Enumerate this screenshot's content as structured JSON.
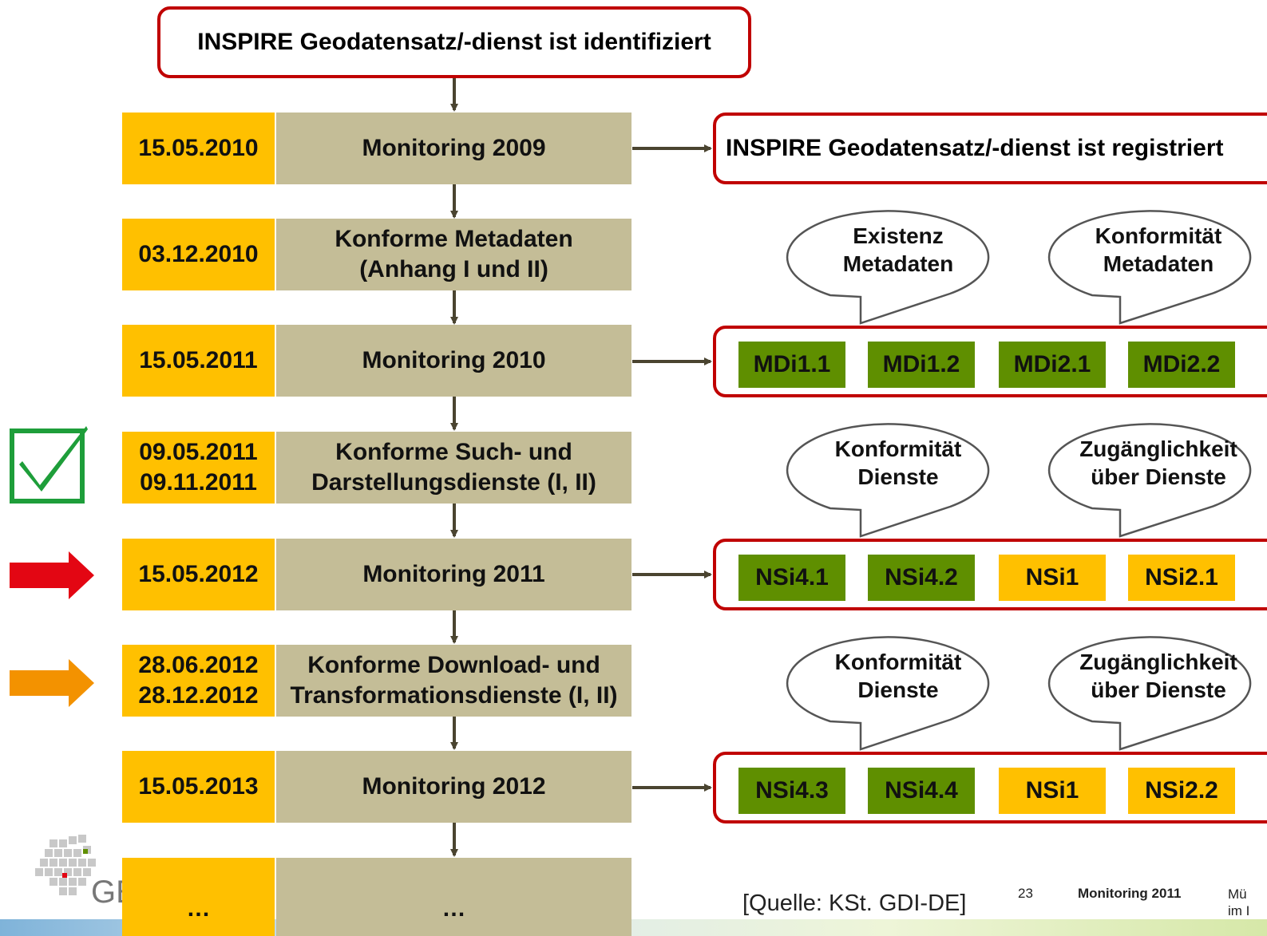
{
  "top_box": "INSPIRE Geodatensatz/-dienst ist identifiziert",
  "registered_box": "INSPIRE Geodatensatz/-dienst ist registriert",
  "rows": [
    {
      "date1": "15.05.2010",
      "date2": "",
      "step1": "Monitoring 2009",
      "step2": ""
    },
    {
      "date1": "03.12.2010",
      "date2": "",
      "step1": "Konforme Metadaten",
      "step2": "(Anhang I und II)"
    },
    {
      "date1": "15.05.2011",
      "date2": "",
      "step1": "Monitoring 2010",
      "step2": ""
    },
    {
      "date1": "09.05.2011",
      "date2": "09.11.2011",
      "step1": "Konforme Such- und",
      "step2": "Darstellungsdienste (I, II)"
    },
    {
      "date1": "15.05.2012",
      "date2": "",
      "step1": "Monitoring 2011",
      "step2": ""
    },
    {
      "date1": "28.06.2012",
      "date2": "28.12.2012",
      "step1": "Konforme Download- und",
      "step2": "Transformationsdienste (I, II)"
    },
    {
      "date1": "15.05.2013",
      "date2": "",
      "step1": "Monitoring 2012",
      "step2": ""
    },
    {
      "date1": "…",
      "date2": "",
      "step1": "…",
      "step2": ""
    }
  ],
  "indicator_groups": [
    {
      "items": [
        {
          "label": "MDi1.1",
          "color": "#5F8F00"
        },
        {
          "label": "MDi1.2",
          "color": "#5F8F00"
        },
        {
          "label": "MDi2.1",
          "color": "#5F8F00"
        },
        {
          "label": "MDi2.2",
          "color": "#5F8F00"
        }
      ]
    },
    {
      "items": [
        {
          "label": "NSi4.1",
          "color": "#5F8F00"
        },
        {
          "label": "NSi4.2",
          "color": "#5F8F00"
        },
        {
          "label": "NSi1",
          "color": "#FFC000"
        },
        {
          "label": "NSi2.1",
          "color": "#FFC000"
        }
      ]
    },
    {
      "items": [
        {
          "label": "NSi4.3",
          "color": "#5F8F00"
        },
        {
          "label": "NSi4.4",
          "color": "#5F8F00"
        },
        {
          "label": "NSi1",
          "color": "#FFC000"
        },
        {
          "label": "NSi2.2",
          "color": "#FFC000"
        }
      ]
    }
  ],
  "bubbles": [
    {
      "line1": "Existenz",
      "line2": "Metadaten"
    },
    {
      "line1": "Konformität",
      "line2": "Metadaten"
    },
    {
      "line1": "Konformität",
      "line2": "Dienste"
    },
    {
      "line1": "Zugänglichkeit",
      "line2": "über Dienste"
    },
    {
      "line1": "Konformität",
      "line2": "Dienste"
    },
    {
      "line1": "Zugänglichkeit",
      "line2": "über Dienste"
    }
  ],
  "footer": {
    "source": "[Quelle: KSt. GDI-DE]",
    "page_number": "23",
    "title": "Monitoring 2011",
    "right_line1": "Mü",
    "right_line2": "im I",
    "logo_text": "GE"
  },
  "colors": {
    "date": "#FFC000",
    "step": "#C4BD97",
    "frame": "#C00000",
    "green": "#5F8F00",
    "arrow": "#4A4430",
    "red_arrow": "#E30613",
    "orange_arrow": "#F39200",
    "check": "#1E9E3A"
  }
}
